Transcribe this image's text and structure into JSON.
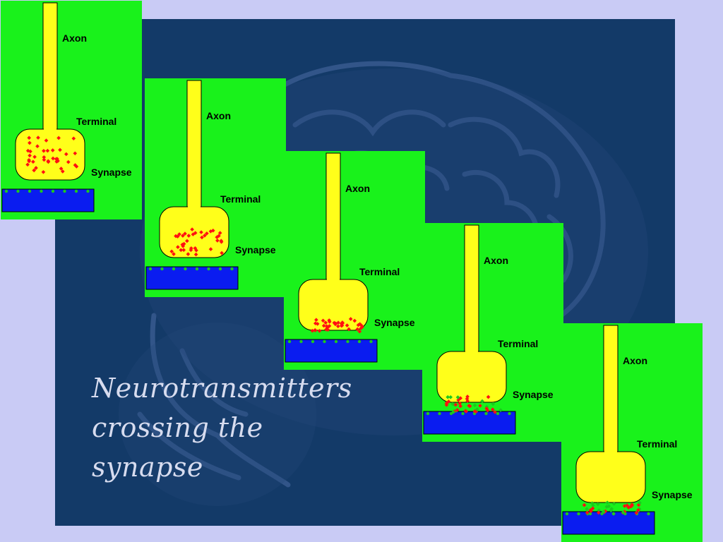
{
  "caption": {
    "line1": "Neurotransmitters",
    "line2": "crossing the",
    "line3": "synapse"
  },
  "labels": {
    "axon": "Axon",
    "terminal": "Terminal",
    "synapse": "Synapse"
  },
  "colors": {
    "page": "#c9cbf5",
    "backdrop": "#133a68",
    "panel": "#19f21b",
    "axon": "#ffff1a",
    "membrane": "#0a1cf0",
    "vesicle": "#ff1010",
    "receptor": "#1ec81e"
  },
  "stages": [
    {
      "step": 1,
      "state": "vesicles inside terminal"
    },
    {
      "step": 2,
      "state": "vesicles moving toward membrane"
    },
    {
      "step": 3,
      "state": "vesicles gathered at terminal edge"
    },
    {
      "step": 4,
      "state": "neurotransmitters crossing the gap"
    },
    {
      "step": 5,
      "state": "neurotransmitters reaching receptors"
    }
  ]
}
